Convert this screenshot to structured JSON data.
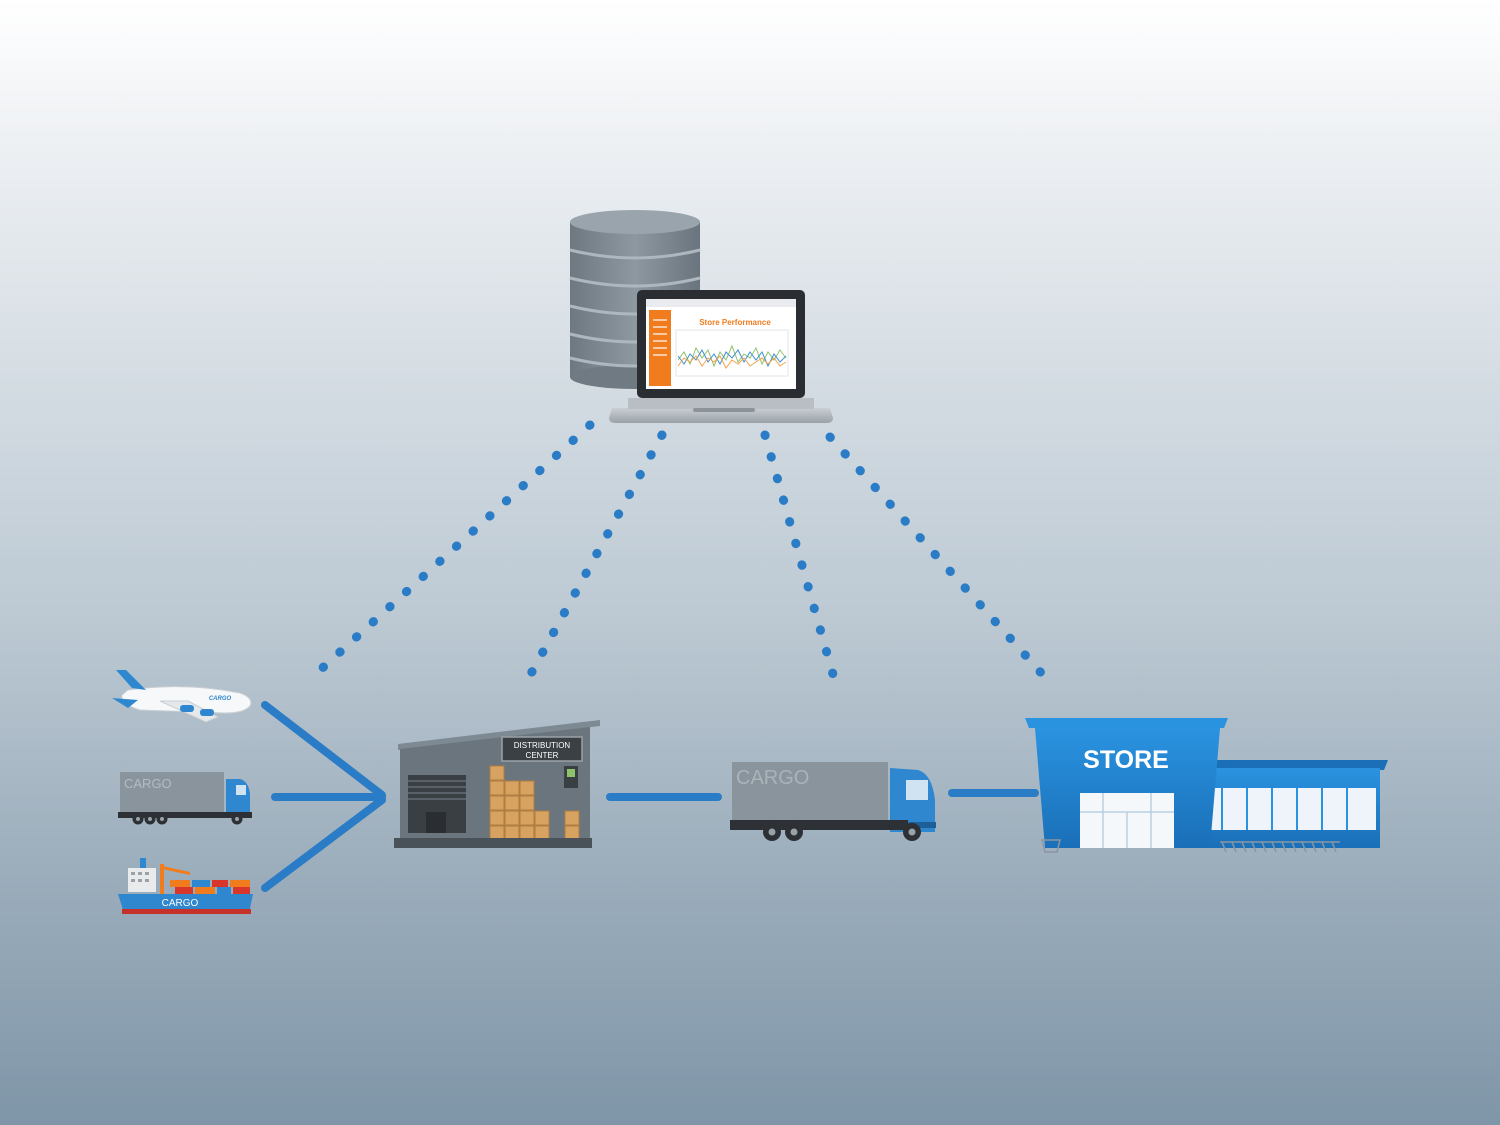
{
  "laptop_screen": {
    "title": "Store Performance"
  },
  "warehouse": {
    "sign_line1": "DISTRIBUTION",
    "sign_line2": "CENTER"
  },
  "inbound": {
    "plane_text": "CARGO",
    "truck_text": "CARGO",
    "ship_text": "CARGO"
  },
  "delivery_truck": {
    "text": "CARGO"
  },
  "store": {
    "sign": "STORE"
  },
  "colors": {
    "connector_blue": "#2b7cc6",
    "store_blue": "#1f86d4",
    "screen_accent": "#f07c1e",
    "server_gray": "#7f8a94"
  },
  "icons": [
    "database-icon",
    "laptop-icon",
    "airplane-icon",
    "truck-icon",
    "ship-icon",
    "warehouse-icon",
    "store-icon"
  ]
}
